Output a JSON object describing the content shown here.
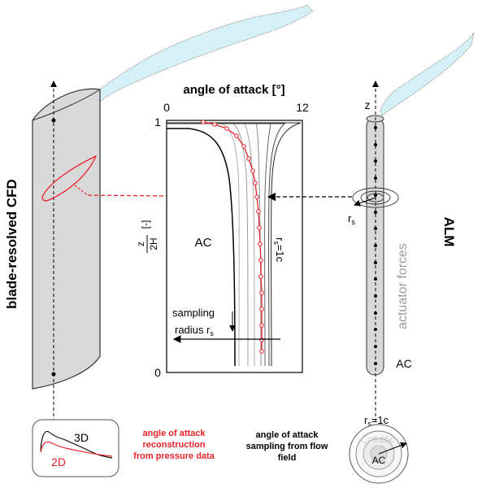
{
  "left_panel": {
    "side_label": "blade-resolved CFD",
    "inset_3d": "3D",
    "inset_2d": "2D",
    "method_label": "angle of attack reconstruction from pressure data",
    "method_lines": [
      "angle of attack",
      "reconstruction",
      "from pressure data"
    ]
  },
  "center_panel": {
    "axis_title": "angle of attack [°]",
    "x_tick_min": "0",
    "x_tick_max": "12",
    "y_tick_top": "1",
    "y_tick_bottom": "0",
    "y_label_num": "z",
    "y_label_den": "2H",
    "y_label_unit": "[-]",
    "ac_label": "AC",
    "rs_label": "r",
    "rs_label_sub": "s",
    "rs_label_value": "=1c",
    "sampling_line1": "sampling",
    "sampling_line2": "radius r",
    "sampling_line2_sub": "s"
  },
  "right_panel": {
    "side_label": "ALM",
    "z_label": "z",
    "forces_label": "actuator forces",
    "ac_label": "AC",
    "rs_label": "r",
    "rs_label_sub": "s",
    "method_lines": [
      "angle of attack",
      "sampling from flow",
      "field"
    ],
    "circle_outer_label": "r",
    "circle_outer_sub": "s",
    "circle_outer_value": "=1c",
    "circle_inner_label": "r",
    "circle_inner_sub": "s",
    "circle_inner_value": "=0.25c",
    "circle_center_label": "AC"
  },
  "colors": {
    "red": "#e8232a",
    "gray_fill": "#d9d9d9",
    "gray_text": "#9a9a9a",
    "wake": "#d6f0f8"
  }
}
